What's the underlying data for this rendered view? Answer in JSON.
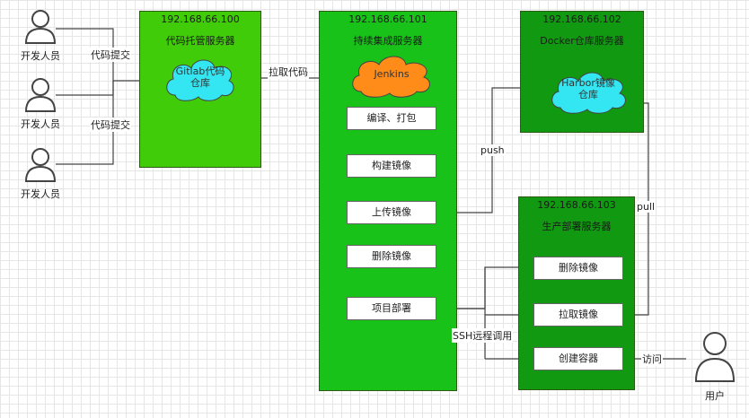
{
  "servers": {
    "gitlab": {
      "ip": "192.168.66.100",
      "title": "代码托管服务器",
      "cloud": "Gitlab代码仓库"
    },
    "jenkins": {
      "ip": "192.168.66.101",
      "title": "持续集成服务器",
      "cloud": "Jenkins"
    },
    "docker": {
      "ip": "192.168.66.102",
      "title": "Docker仓库服务器",
      "cloud": "Harbor镜像仓库"
    },
    "prod": {
      "ip": "192.168.66.103",
      "title": "生产部署服务器"
    }
  },
  "jenkins_steps": [
    "编译、打包",
    "构建镜像",
    "上传镜像",
    "删除镜像",
    "项目部署"
  ],
  "prod_steps": [
    "删除镜像",
    "拉取镜像",
    "创建容器"
  ],
  "developers": [
    "开发人员",
    "开发人员",
    "开发人员"
  ],
  "user": "用户",
  "edge_labels": {
    "commit_1": "代码提交",
    "commit_2": "代码提交",
    "pull_code": "拉取代码",
    "push": "push",
    "pull": "pull",
    "ssh": "SSH远程调用",
    "visit": "访问"
  },
  "colors": {
    "gitlab_box": "#41cc0a",
    "jenkins_box": "#19c219",
    "docker_box": "#129912",
    "prod_box": "#129912",
    "gitlab_cloud": "#33e6f2",
    "jenkins_cloud": "#ff8b19",
    "harbor_cloud": "#33e6f2",
    "line": "#444444"
  }
}
